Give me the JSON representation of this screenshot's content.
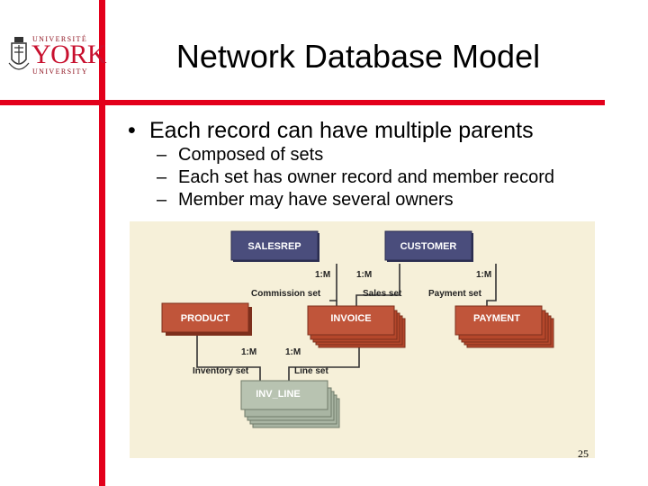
{
  "logo": {
    "top_text": "UNIVERSITÉ",
    "main_text": "YORK",
    "bottom_text": "UNIVERSITY"
  },
  "title": "Network Database Model",
  "bullets": {
    "main": "Each record can have multiple parents",
    "subs": [
      "Composed of sets",
      "Each set has owner record and member record",
      "Member may have several owners"
    ]
  },
  "diagram": {
    "records": {
      "salesrep": "SALESREP",
      "customer": "CUSTOMER",
      "product": "PRODUCT",
      "invoice": "INVOICE",
      "payment": "PAYMENT",
      "inv_line": "INV_LINE"
    },
    "sets": {
      "commission": "Commission set",
      "sales": "Sales set",
      "payment": "Payment set",
      "inventory": "Inventory set",
      "line": "Line set"
    },
    "cardinality": "1:M",
    "colors": {
      "navy": "#3d3f6b",
      "red": "#b5472b",
      "gray": "#a9b5a3",
      "background": "#f6f0d9"
    }
  },
  "page_number": "25"
}
